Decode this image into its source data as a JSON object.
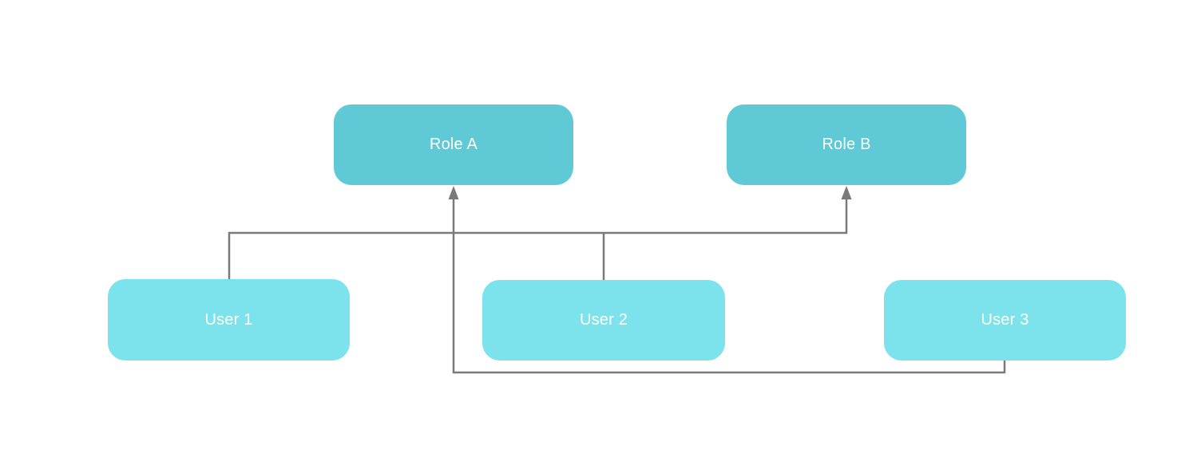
{
  "diagram": {
    "type": "flowchart",
    "background_color": "#ffffff",
    "connector_color": "#7a7a7a",
    "node_styles": {
      "role_fill": "#5fc9d5",
      "user_fill": "#7ce3ed",
      "label_color": "#ffffff"
    },
    "nodes": [
      {
        "id": "role-a",
        "label": "Role A",
        "kind": "role"
      },
      {
        "id": "role-b",
        "label": "Role B",
        "kind": "role"
      },
      {
        "id": "user-1",
        "label": "User 1",
        "kind": "user"
      },
      {
        "id": "user-2",
        "label": "User 2",
        "kind": "user"
      },
      {
        "id": "user-3",
        "label": "User 3",
        "kind": "user"
      }
    ],
    "edges": [
      {
        "from": "user-1",
        "to": "role-b",
        "arrow": "to"
      },
      {
        "from": "user-2",
        "to": "role-b",
        "arrow": "to"
      },
      {
        "from": "user-3",
        "to": "role-a",
        "arrow": "to"
      }
    ]
  }
}
